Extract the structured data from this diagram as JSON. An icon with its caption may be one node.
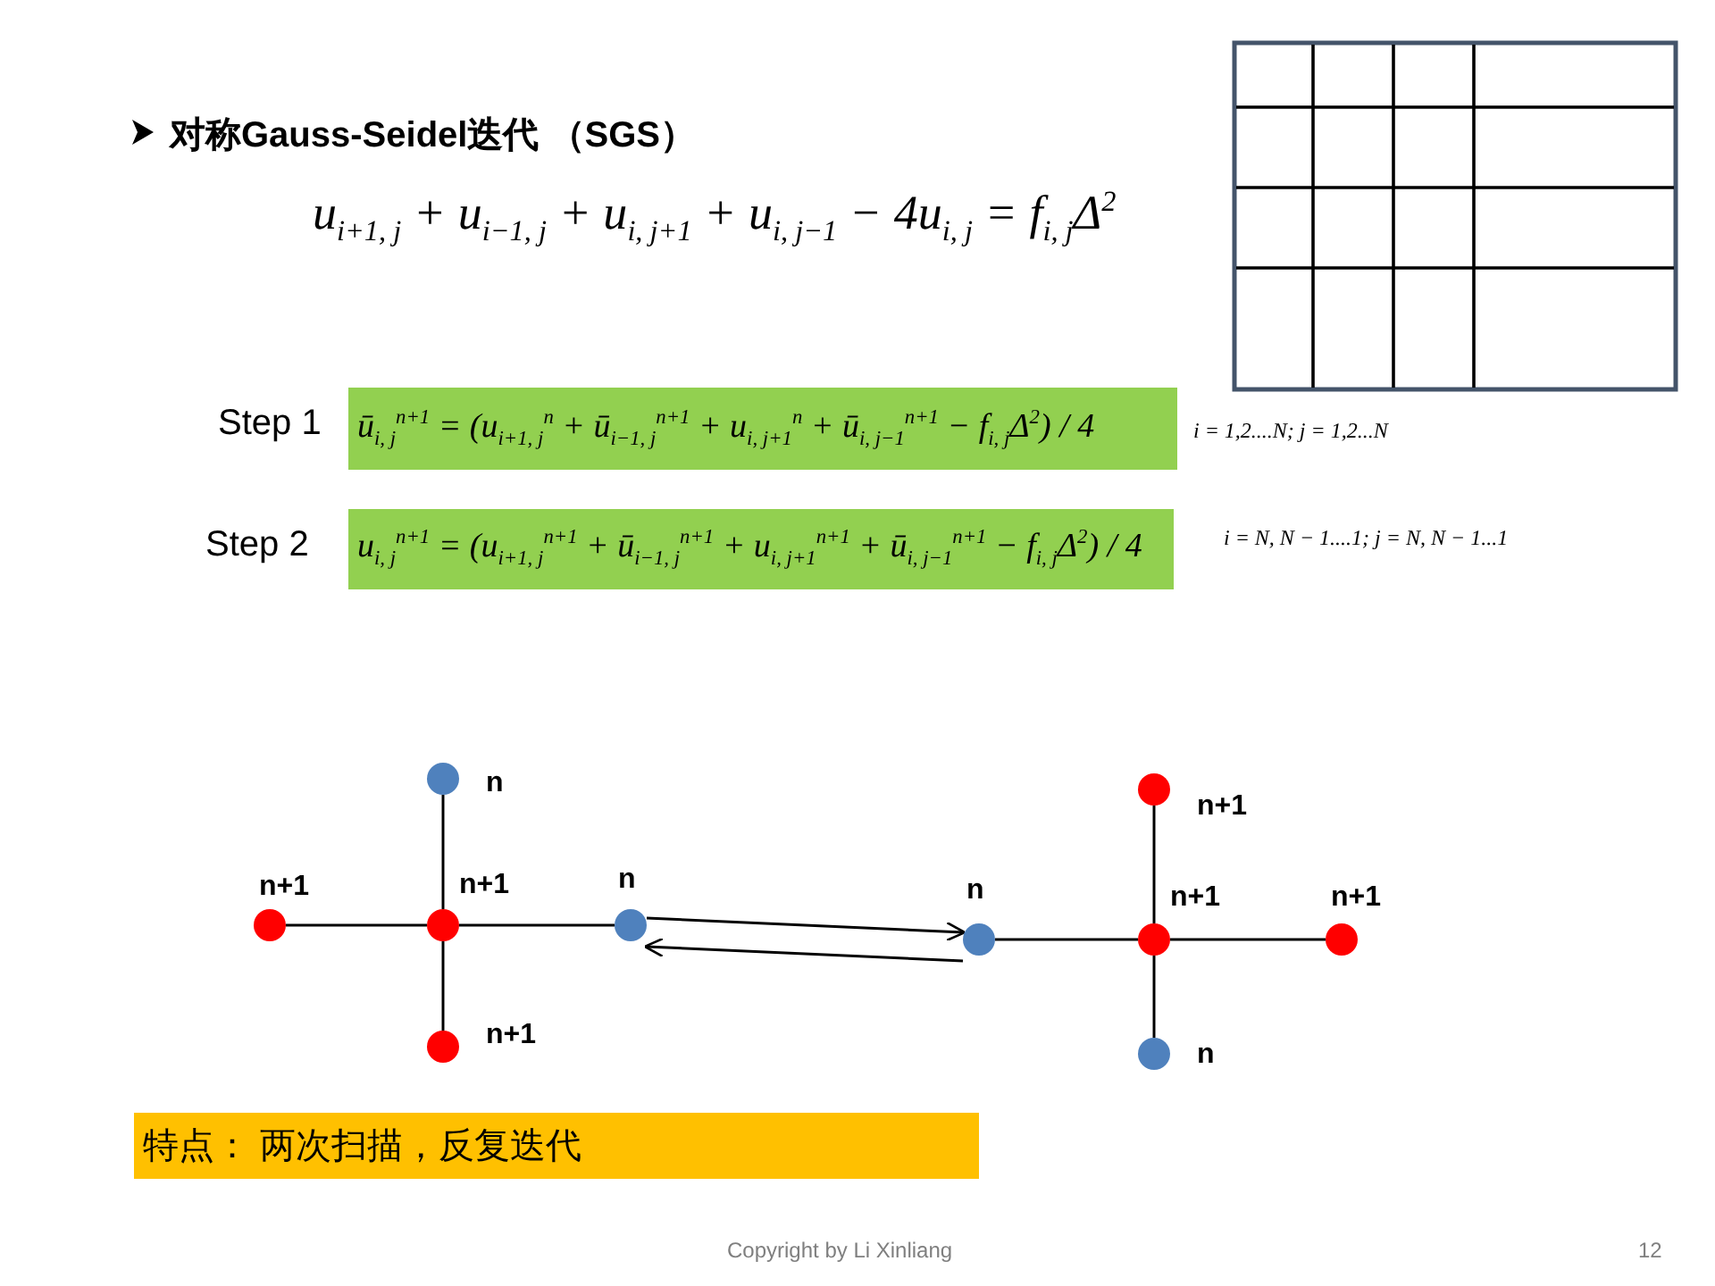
{
  "diagram": {
    "title": "对称Gauss-Seidel迭代 （SGS）",
    "nodes": [
      {
        "text": [
          "ū$_{i, j}$$^{n+1}$ = (u$_{i+1, j}$$^{n}$ + ū$_{i−1, j}$$^{n+1}$ + u$_{i, j+1}$$^{n}$ + ū$_{i, j−1}$$^{n+1}$ − f$_{i, j}$Δ$^{2}$) / 4"
        ],
        "beside": [
          "Step 1"
        ]
      },
      {
        "text": [
          "u$_{i, j}$$^{n+1}$ = (u$_{i+1, j}$$^{n+1}$ + ū$_{i−1, j}$$^{n+1}$ + u$_{i, j+1}$$^{n+1}$ + ū$_{i, j−1}$$^{n+1}$ − f$_{i, j}$Δ$^{2}$) / 4"
        ],
        "beside": [
          "Step 2"
        ]
      },
      {
        "text": [
          "特点： 两次扫描，反复迭代"
        ]
      },
      {
        "text": [
          "n"
        ]
      },
      {
        "text": [
          "n+1"
        ]
      },
      {
        "text": [
          "n+1"
        ]
      },
      {
        "text": [
          "n"
        ]
      },
      {
        "text": [
          "n+1"
        ]
      },
      {
        "text": [
          "n+1"
        ]
      },
      {
        "text": [
          "n"
        ]
      },
      {
        "text": [
          "n+1"
        ]
      },
      {
        "text": [
          "n+1"
        ]
      },
      {
        "text": [
          "n"
        ]
      }
    ],
    "edges": [
      {
        "from": 5,
        "to": 3,
        "arrow": "none"
      },
      {
        "from": 5,
        "to": 4,
        "arrow": "none"
      },
      {
        "from": 5,
        "to": 6,
        "arrow": "none"
      },
      {
        "from": 5,
        "to": 7,
        "arrow": "none"
      },
      {
        "from": 10,
        "to": 8,
        "arrow": "none"
      },
      {
        "from": 10,
        "to": 9,
        "arrow": "none"
      },
      {
        "from": 10,
        "to": 11,
        "arrow": "none"
      },
      {
        "from": 10,
        "to": 12,
        "arrow": "none"
      },
      {
        "from": 6,
        "to": 9,
        "arrow": "to"
      },
      {
        "from": 9,
        "to": 6,
        "arrow": "to"
      }
    ],
    "labels": [
      "u$_{i+1, j}$ + u$_{i−1, j}$ + u$_{i, j+1}$ + u$_{i, j−1}$ − 4u$_{i, j}$ = f$_{i, j}$Δ$^{2}$",
      "i = 1,2....N; j = 1,2...N",
      "i = N, N − 1....1; j = N, N − 1...1",
      "Copyright by Li Xinliang",
      "12"
    ]
  }
}
